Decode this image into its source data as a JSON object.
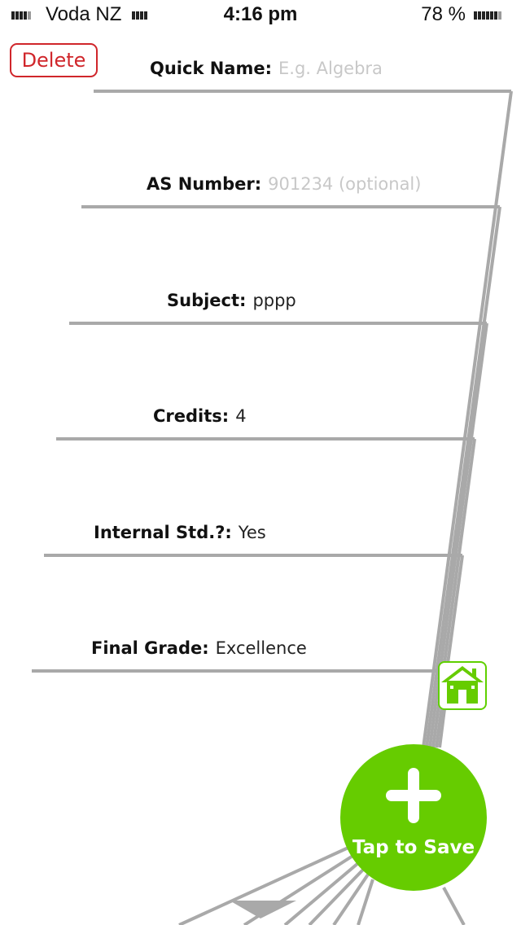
{
  "status_bar": {
    "carrier": "Voda NZ",
    "time": "4:16 pm",
    "battery": "78 %"
  },
  "delete_label": "Delete",
  "fields": [
    {
      "label": "Quick Name:",
      "value": "",
      "placeholder": "E.g. Algebra"
    },
    {
      "label": "AS Number:",
      "value": "",
      "placeholder": "901234 (optional)"
    },
    {
      "label": "Subject:",
      "value": "pppp",
      "placeholder": ""
    },
    {
      "label": "Credits:",
      "value": "4",
      "placeholder": ""
    },
    {
      "label": "Internal Std.?:",
      "value": "Yes",
      "placeholder": ""
    },
    {
      "label": "Final Grade:",
      "value": "Excellence",
      "placeholder": ""
    }
  ],
  "home_icon": "home-icon",
  "save": {
    "label": "Tap to Save",
    "icon": "plus-icon"
  },
  "colors": {
    "accent_green": "#66cc00",
    "delete_red": "#d0262b",
    "line_gray": "#a9a9a9",
    "placeholder_gray": "#c8c8c8"
  }
}
